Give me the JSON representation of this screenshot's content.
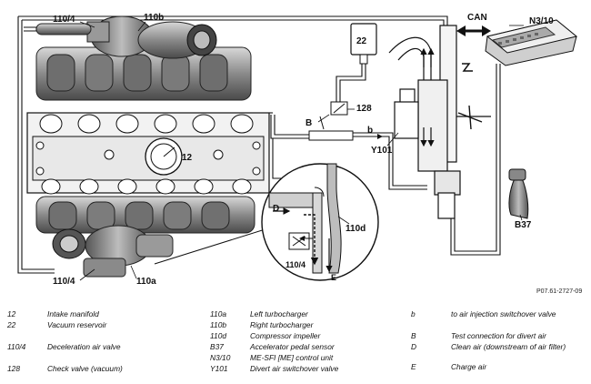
{
  "diagram": {
    "labels": {
      "l110_4_top": "110/4",
      "l110b": "110b",
      "lcan": "CAN",
      "ln3_10": "N3/10",
      "l22": "22",
      "l128": "128",
      "lB": "B",
      "lb": "b",
      "lY101": "Y101",
      "l12": "12",
      "lD": "D",
      "l110d": "110d",
      "l110_4_inset": "110/4",
      "lE": "E",
      "lB37": "B37",
      "l110_4_bottom": "110/4",
      "l110a": "110a"
    },
    "reference": "P07.61-2727-09"
  },
  "legend": {
    "col1": [
      {
        "key": "12",
        "text": "Intake manifold"
      },
      {
        "key": "22",
        "text": "Vacuum reservoir"
      },
      {
        "key": "",
        "text": ""
      },
      {
        "key": "110/4",
        "text": "Deceleration air valve"
      },
      {
        "key": "",
        "text": ""
      },
      {
        "key": "128",
        "text": "Check valve (vacuum)"
      }
    ],
    "col2": [
      {
        "key": "110a",
        "text": "Left turbocharger"
      },
      {
        "key": "110b",
        "text": "Right turbocharger"
      },
      {
        "key": "110d",
        "text": "Compressor impeller"
      },
      {
        "key": "B37",
        "text": "Accelerator pedal sensor"
      },
      {
        "key": "N3/10",
        "text": "ME-SFI [ME] control unit"
      },
      {
        "key": "Y101",
        "text": "Divert air switchover valve"
      }
    ],
    "col3": [
      {
        "key": "b",
        "text": "to air injection switchover valve"
      },
      {
        "key": "",
        "text": ""
      },
      {
        "key": "B",
        "text": "Test connection for divert air"
      },
      {
        "key": "D",
        "text": "Clean air (downstream of air filter)"
      },
      {
        "key": "E",
        "text": "Charge air"
      }
    ]
  }
}
